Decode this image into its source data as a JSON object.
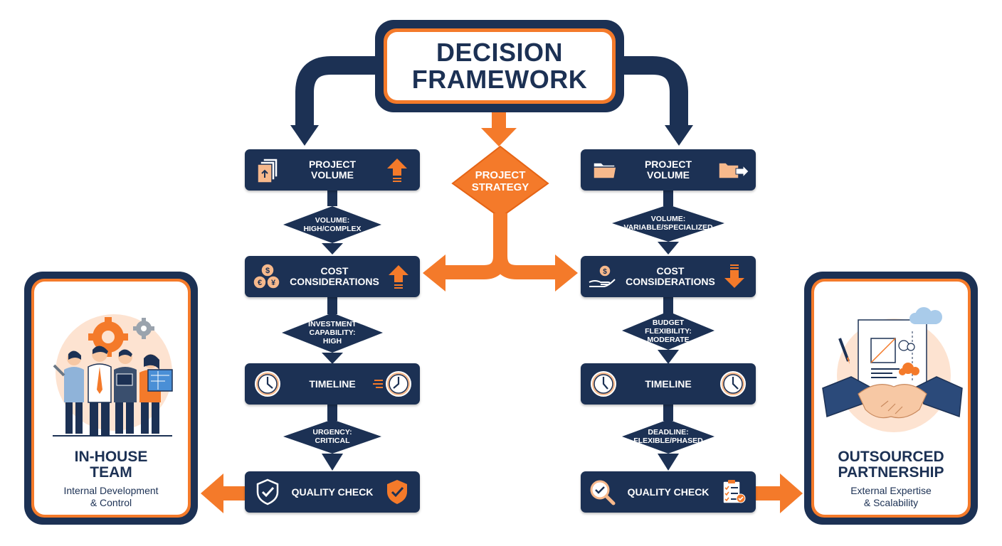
{
  "title": {
    "line1": "DECISION",
    "line2": "FRAMEWORK"
  },
  "center": {
    "line1": "PROJECT",
    "line2": "STRATEGY"
  },
  "left": {
    "steps": [
      {
        "line1": "PROJECT",
        "line2": "VOLUME",
        "icon": "document-stack-icon",
        "indicator": "arrow-up-icon"
      },
      {
        "line1": "COST",
        "line2": "CONSIDERATIONS",
        "icon": "currency-coins-icon",
        "indicator": "arrow-up-icon"
      },
      {
        "line1": "TIMELINE",
        "line2": "",
        "icon": "clock-icon",
        "indicator": "fast-clock-icon"
      },
      {
        "line1": "QUALITY CHECK",
        "line2": "",
        "icon": "shield-check-icon",
        "indicator": "shield-check-orange-icon"
      }
    ],
    "decisions": [
      {
        "line1": "VOLUME:",
        "line2": "HIGH/COMPLEX",
        "line3": ""
      },
      {
        "line1": "INVESTMENT",
        "line2": "CAPABILITY:",
        "line3": "HIGH"
      },
      {
        "line1": "URGENCY:",
        "line2": "CRITICAL",
        "line3": ""
      }
    ]
  },
  "right": {
    "steps": [
      {
        "line1": "PROJECT",
        "line2": "VOLUME",
        "icon": "folder-icon",
        "indicator": "folder-arrow-icon"
      },
      {
        "line1": "COST",
        "line2": "CONSIDERATIONS",
        "icon": "hand-coin-icon",
        "indicator": "arrow-down-icon"
      },
      {
        "line1": "TIMELINE",
        "line2": "",
        "icon": "clock-icon",
        "indicator": "clock-icon"
      },
      {
        "line1": "QUALITY CHECK",
        "line2": "",
        "icon": "magnifier-check-icon",
        "indicator": "checklist-icon"
      }
    ],
    "decisions": [
      {
        "line1": "VOLUME:",
        "line2": "VARIABLE/SPECIALIZED",
        "line3": ""
      },
      {
        "line1": "BUDGET",
        "line2": "FLEXIBILITY:",
        "line3": "MODERATE"
      },
      {
        "line1": "DEADLINE:",
        "line2": "FLEXIBLE/PHASED",
        "line3": ""
      }
    ]
  },
  "outcomes": {
    "left": {
      "title1": "IN-HOUSE",
      "title2": "TEAM",
      "sub1": "Internal Development",
      "sub2": "& Control",
      "illustration": "team-people-gears-illustration"
    },
    "right": {
      "title1": "OUTSOURCED",
      "title2": "PARTNERSHIP",
      "sub1": "External Expertise",
      "sub2": "& Scalability",
      "illustration": "handshake-cloud-illustration"
    }
  },
  "colors": {
    "navy": "#1c3154",
    "orange": "#f47a2a",
    "white": "#ffffff"
  }
}
